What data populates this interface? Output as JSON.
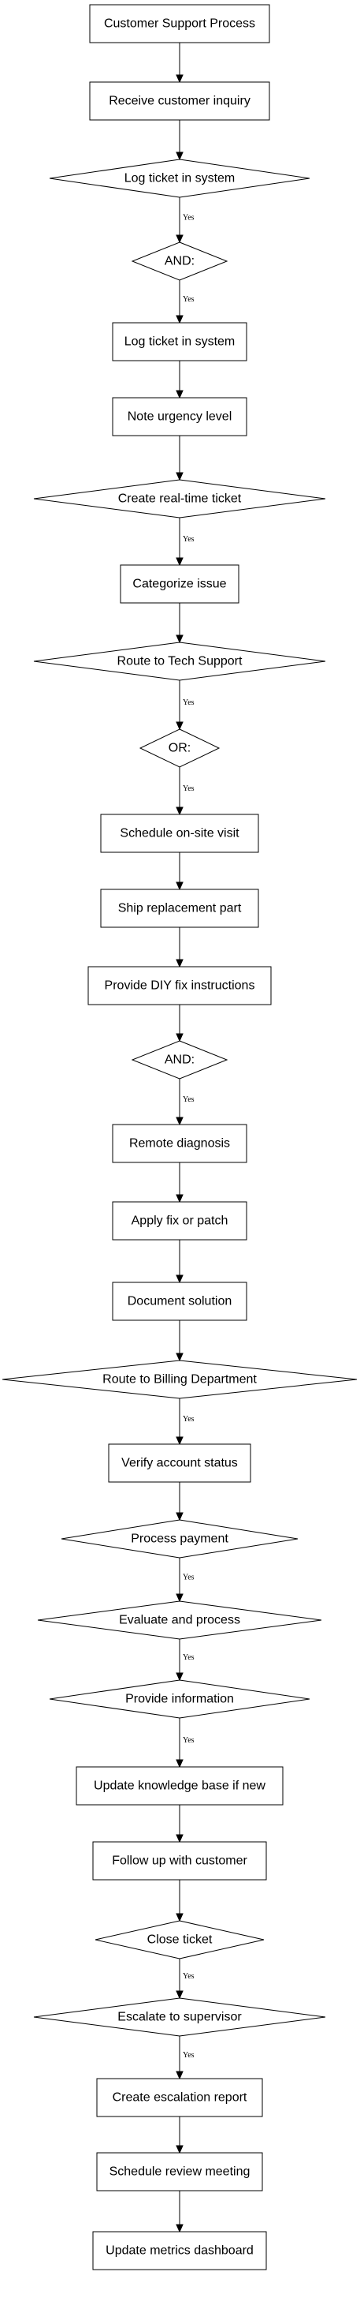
{
  "diagram": {
    "nodes": [
      {
        "id": "n1",
        "shape": "box",
        "label": "Customer Support Process"
      },
      {
        "id": "n2",
        "shape": "box",
        "label": "Receive customer inquiry"
      },
      {
        "id": "n3",
        "shape": "diamond",
        "label": "Log ticket in system"
      },
      {
        "id": "n4",
        "shape": "diamond",
        "label": "AND:"
      },
      {
        "id": "n5",
        "shape": "box",
        "label": "Log ticket in system"
      },
      {
        "id": "n6",
        "shape": "box",
        "label": "Note urgency level"
      },
      {
        "id": "n7",
        "shape": "diamond",
        "label": "Create real-time ticket"
      },
      {
        "id": "n8",
        "shape": "box",
        "label": "Categorize issue"
      },
      {
        "id": "n9",
        "shape": "diamond",
        "label": "Route to Tech Support"
      },
      {
        "id": "n10",
        "shape": "diamond",
        "label": "OR:"
      },
      {
        "id": "n11",
        "shape": "box",
        "label": "Schedule on-site visit"
      },
      {
        "id": "n12",
        "shape": "box",
        "label": "Ship replacement part"
      },
      {
        "id": "n13",
        "shape": "box",
        "label": "Provide DIY fix instructions"
      },
      {
        "id": "n14",
        "shape": "diamond",
        "label": "AND:"
      },
      {
        "id": "n15",
        "shape": "box",
        "label": "Remote diagnosis"
      },
      {
        "id": "n16",
        "shape": "box",
        "label": "Apply fix or patch"
      },
      {
        "id": "n17",
        "shape": "box",
        "label": "Document solution"
      },
      {
        "id": "n18",
        "shape": "diamond",
        "label": "Route to Billing Department"
      },
      {
        "id": "n19",
        "shape": "box",
        "label": "Verify account status"
      },
      {
        "id": "n20",
        "shape": "diamond",
        "label": "Process payment"
      },
      {
        "id": "n21",
        "shape": "diamond",
        "label": "Evaluate and process"
      },
      {
        "id": "n22",
        "shape": "diamond",
        "label": "Provide information"
      },
      {
        "id": "n23",
        "shape": "box",
        "label": "Update knowledge base if new"
      },
      {
        "id": "n24",
        "shape": "box",
        "label": "Follow up with customer"
      },
      {
        "id": "n25",
        "shape": "diamond",
        "label": "Close ticket"
      },
      {
        "id": "n26",
        "shape": "diamond",
        "label": "Escalate to supervisor"
      },
      {
        "id": "n27",
        "shape": "box",
        "label": "Create escalation report"
      },
      {
        "id": "n28",
        "shape": "box",
        "label": "Schedule review meeting"
      },
      {
        "id": "n29",
        "shape": "box",
        "label": "Update metrics dashboard"
      }
    ],
    "edges": [
      {
        "from": "n1",
        "to": "n2",
        "label": ""
      },
      {
        "from": "n2",
        "to": "n3",
        "label": ""
      },
      {
        "from": "n3",
        "to": "n4",
        "label": "Yes"
      },
      {
        "from": "n4",
        "to": "n5",
        "label": "Yes"
      },
      {
        "from": "n5",
        "to": "n6",
        "label": ""
      },
      {
        "from": "n6",
        "to": "n7",
        "label": ""
      },
      {
        "from": "n7",
        "to": "n8",
        "label": "Yes"
      },
      {
        "from": "n8",
        "to": "n9",
        "label": ""
      },
      {
        "from": "n9",
        "to": "n10",
        "label": "Yes"
      },
      {
        "from": "n10",
        "to": "n11",
        "label": "Yes"
      },
      {
        "from": "n11",
        "to": "n12",
        "label": ""
      },
      {
        "from": "n12",
        "to": "n13",
        "label": ""
      },
      {
        "from": "n13",
        "to": "n14",
        "label": ""
      },
      {
        "from": "n14",
        "to": "n15",
        "label": "Yes"
      },
      {
        "from": "n15",
        "to": "n16",
        "label": ""
      },
      {
        "from": "n16",
        "to": "n17",
        "label": ""
      },
      {
        "from": "n17",
        "to": "n18",
        "label": ""
      },
      {
        "from": "n18",
        "to": "n19",
        "label": "Yes"
      },
      {
        "from": "n19",
        "to": "n20",
        "label": ""
      },
      {
        "from": "n20",
        "to": "n21",
        "label": "Yes"
      },
      {
        "from": "n21",
        "to": "n22",
        "label": "Yes"
      },
      {
        "from": "n22",
        "to": "n23",
        "label": "Yes"
      },
      {
        "from": "n23",
        "to": "n24",
        "label": ""
      },
      {
        "from": "n24",
        "to": "n25",
        "label": ""
      },
      {
        "from": "n25",
        "to": "n26",
        "label": "Yes"
      },
      {
        "from": "n26",
        "to": "n27",
        "label": "Yes"
      },
      {
        "from": "n27",
        "to": "n28",
        "label": ""
      },
      {
        "from": "n28",
        "to": "n29",
        "label": ""
      }
    ]
  }
}
